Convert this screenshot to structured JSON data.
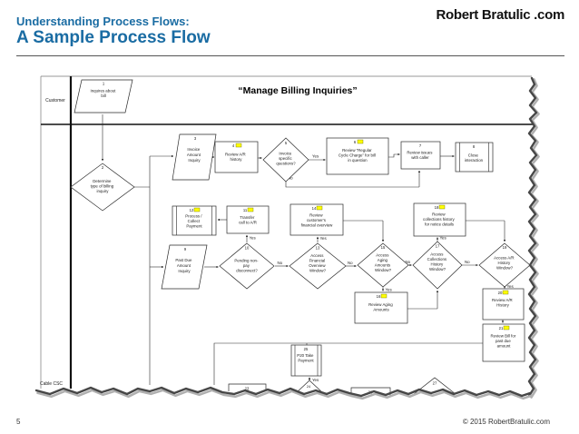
{
  "header": {
    "kicker": "Understanding Process Flows:",
    "title": "A Sample Process Flow",
    "logo": "Robert Bratulic .com"
  },
  "footer": {
    "page_number": "5",
    "copyright": "© 2015 RobertBratulic.com"
  },
  "diagram": {
    "title": "“Manage Billing Inquiries”",
    "lanes": {
      "top": "Customer",
      "bottom": "Cable CSC"
    },
    "labels": {
      "yes": "Yes",
      "no": "No"
    },
    "nodes": {
      "n1": {
        "num": "1",
        "type": "input",
        "l": [
          "Inquires about",
          "bill"
        ]
      },
      "n2": {
        "num": "2",
        "type": "decision",
        "l": [
          "Determine",
          "type of billing",
          "inquiry"
        ]
      },
      "n3": {
        "num": "3",
        "type": "input",
        "l": [
          "Invoice",
          "Amount",
          "Inquiry"
        ]
      },
      "n4": {
        "num": "4",
        "type": "task-doc",
        "l": [
          "Review A/R",
          "history"
        ]
      },
      "n5": {
        "num": "5",
        "type": "decision",
        "l": [
          "Invoice",
          "specific",
          "questions?"
        ]
      },
      "n6": {
        "num": "6",
        "type": "task-doc",
        "l": [
          "Review “Regular",
          "Cycle Charge” for bill",
          "in question"
        ]
      },
      "n7": {
        "num": "7",
        "type": "task",
        "l": [
          "Review issues",
          "with caller"
        ]
      },
      "n8": {
        "num": "8",
        "type": "subprocess",
        "l": [
          "Close",
          "interaction"
        ]
      },
      "n9": {
        "num": "9",
        "type": "input",
        "l": [
          "Past Due",
          "Amount",
          "Inquiry"
        ]
      },
      "n10": {
        "num": "10",
        "type": "decision",
        "l": [
          "Pending non-",
          "pay",
          "disconnect?"
        ]
      },
      "n11": {
        "num": "11",
        "type": "task-doc",
        "l": [
          "Transfer",
          "call to A/R"
        ]
      },
      "n12": {
        "num": "12",
        "type": "subprocess-doc",
        "l": [
          "Process /",
          "Collect",
          "Payment"
        ]
      },
      "n13": {
        "num": "13",
        "type": "decision",
        "l": [
          "Access",
          "Financial",
          "Overview",
          "Window?"
        ]
      },
      "n14": {
        "num": "14",
        "type": "task-doc",
        "l": [
          "Review",
          "customer's",
          "financial overview"
        ]
      },
      "n15": {
        "num": "15",
        "type": "decision",
        "l": [
          "Access",
          "Aging",
          "Amounts",
          "Window?"
        ]
      },
      "n16": {
        "num": "16",
        "type": "task-doc",
        "l": [
          "Review Aging",
          "Amounts"
        ]
      },
      "n17": {
        "num": "17",
        "type": "decision",
        "l": [
          "Access",
          "Collections",
          "History",
          "Window?"
        ]
      },
      "n18": {
        "num": "18",
        "type": "task-doc",
        "l": [
          "Review",
          "collections history",
          "for notice details"
        ]
      },
      "n19": {
        "num": "19",
        "type": "decision",
        "l": [
          "Access A/R",
          "History",
          "Window?"
        ]
      },
      "n20": {
        "num": "20",
        "type": "task-doc",
        "l": [
          "Review A/R",
          "History"
        ]
      },
      "n21": {
        "num": "21",
        "type": "task-doc",
        "l": [
          "Review Bill for",
          "past due",
          "amount"
        ]
      },
      "n23": {
        "num": "23",
        "type": "task-partial",
        "l": []
      },
      "n24": {
        "num": "24",
        "type": "decision-partial",
        "l": []
      },
      "n25": {
        "num": "25",
        "type": "subprocess",
        "l": [
          "P20 Take",
          "Payment"
        ]
      },
      "n26": {
        "num": "26",
        "type": "task-partial",
        "l": []
      },
      "n27": {
        "num": "27",
        "type": "decision-partial",
        "l": []
      }
    }
  },
  "colors": {
    "accent_blue": "#1a6ca3",
    "doc_icon_yellow": "#ffff00",
    "torn_edge_gray": "#474747"
  }
}
